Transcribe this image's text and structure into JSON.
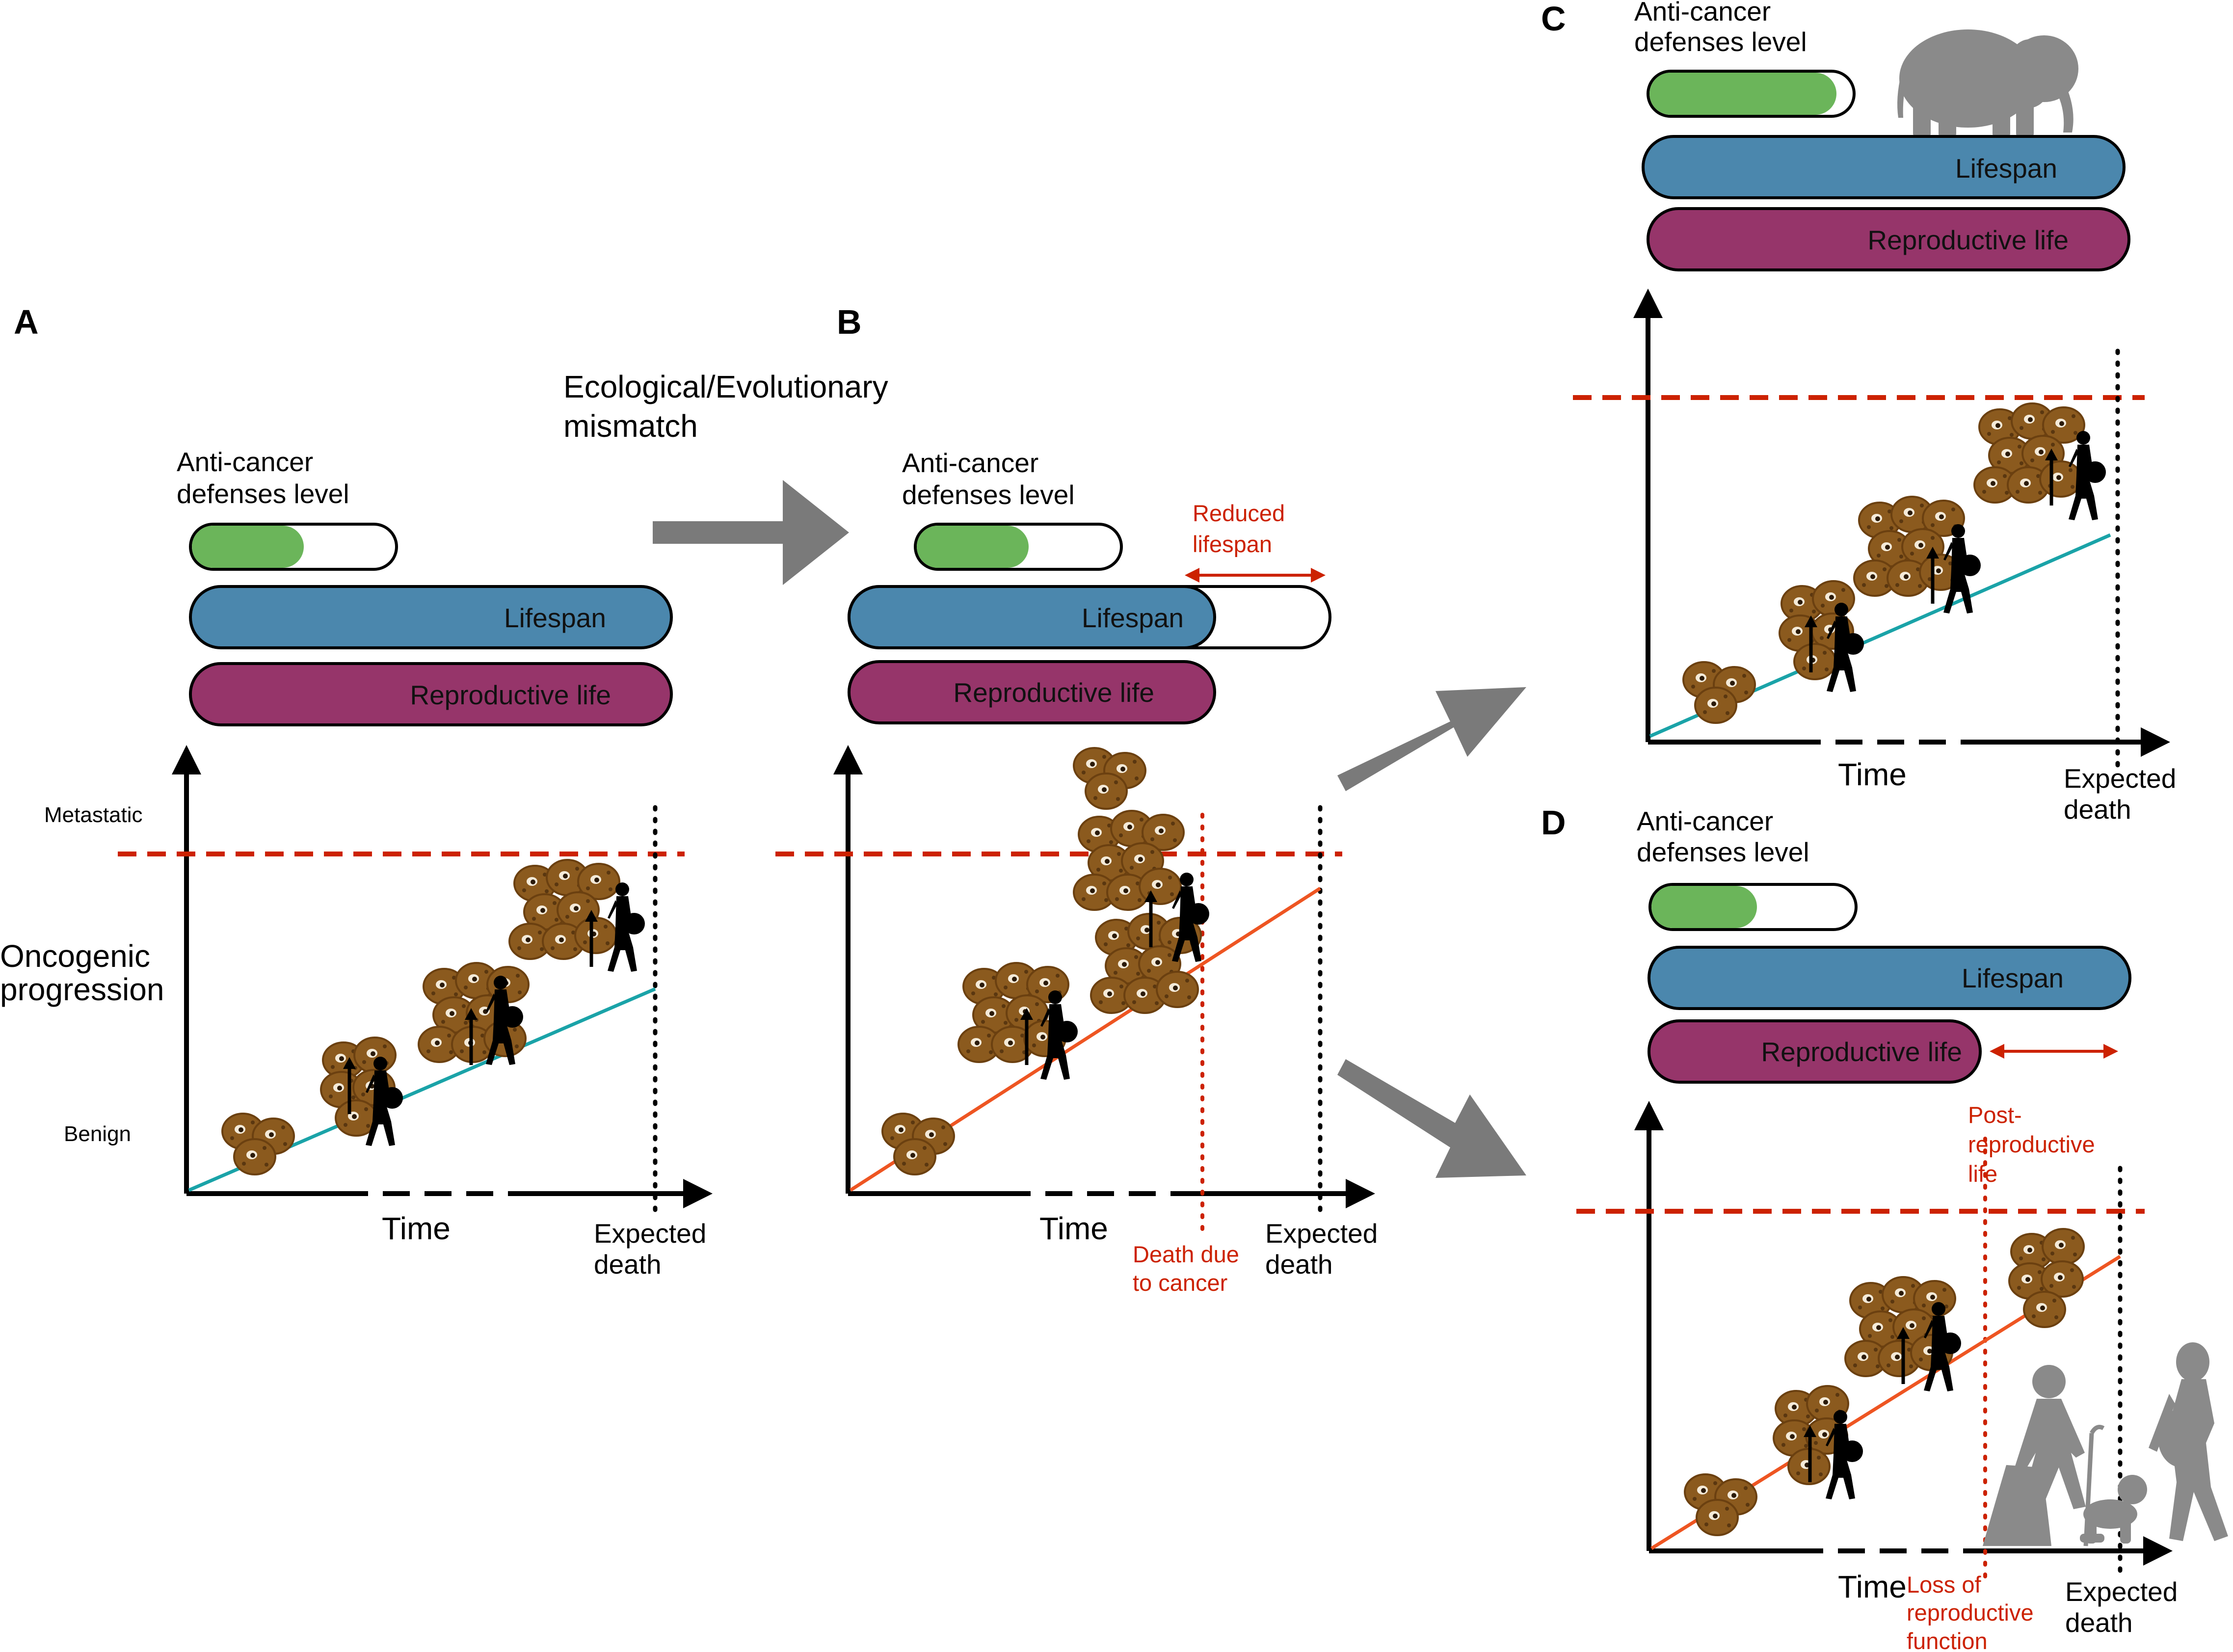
{
  "panels": {
    "A": {
      "letter": "A",
      "defenses_label_1": "Anti-cancer",
      "defenses_label_2": "defenses level",
      "defenses_level": 0.55,
      "lifespan_label": "Lifespan",
      "reproductive_label": "Reproductive life",
      "y_axis_label_1": "Oncogenic",
      "y_axis_label_2": "progression",
      "metastatic_label": "Metastatic",
      "benign_label": "Benign",
      "x_axis_label": "Time",
      "death_label_1": "Expected",
      "death_label_2": "death"
    },
    "B": {
      "letter": "B",
      "defenses_label_1": "Anti-cancer",
      "defenses_label_2": "defenses level",
      "defenses_level": 0.55,
      "lifespan_label": "Lifespan",
      "reproductive_label": "Reproductive life",
      "reduced_label_1": "Reduced",
      "reduced_label_2": "lifespan",
      "x_axis_label": "Time",
      "cancer_death_label_1": "Death due",
      "cancer_death_label_2": "to cancer",
      "death_label_1": "Expected",
      "death_label_2": "death"
    },
    "C": {
      "letter": "C",
      "defenses_label_1": "Anti-cancer",
      "defenses_label_2": "defenses level",
      "defenses_level": 0.92,
      "lifespan_label": "Lifespan",
      "reproductive_label": "Reproductive life",
      "x_axis_label": "Time",
      "death_label_1": "Expected",
      "death_label_2": "death"
    },
    "D": {
      "letter": "D",
      "defenses_label_1": "Anti-cancer",
      "defenses_label_2": "defenses level",
      "defenses_level": 0.52,
      "lifespan_label": "Lifespan",
      "reproductive_label": "Reproductive life",
      "post_label_1": "Post-",
      "post_label_2": "reproductive",
      "post_label_3": "life",
      "x_axis_label": "Time",
      "loss_label_1": "Loss of",
      "loss_label_2": "reproductive",
      "loss_label_3": "function",
      "death_label_1": "Expected",
      "death_label_2": "death"
    }
  },
  "mismatch_label_1": "Ecological/Evolutionary",
  "mismatch_label_2": "mismatch",
  "colors": {
    "defenses_fill": "#6bb55a",
    "lifespan": "#4b87ad",
    "reproductive": "#96356a",
    "threshold_line": "#cc2200",
    "slow_progression_line": "#1aa3a8",
    "fast_progression_line": "#ee5522",
    "arrow_gray": "#7a7a7a",
    "cell_cluster": "#8b5a1e",
    "silhouette_gray": "#8a8a8a"
  },
  "icons": [
    "elephant-icon",
    "pregnant-woman-icon",
    "elderly-woman-icon",
    "baby-icon",
    "tumor-cell-cluster-icon"
  ]
}
